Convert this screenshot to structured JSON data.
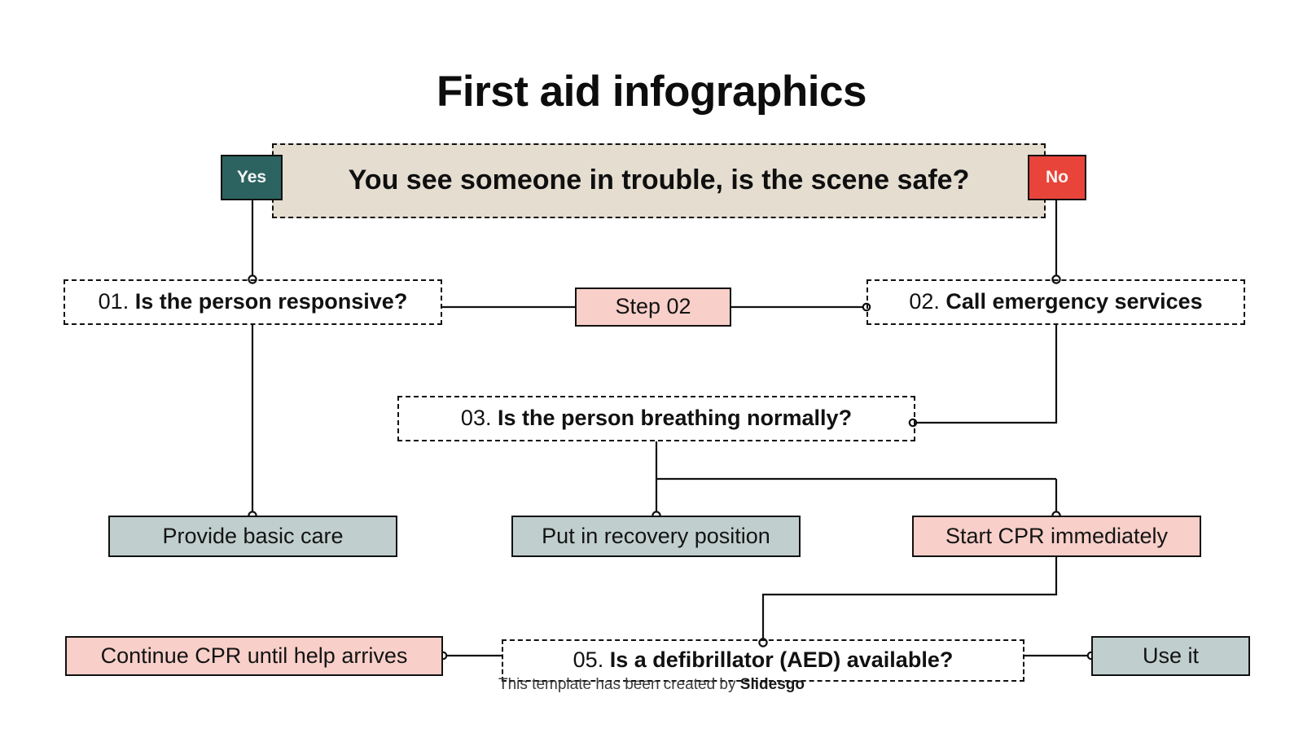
{
  "page": {
    "title": "First aid infographics",
    "footer_prefix": "This template has been created by ",
    "footer_brand": "Slidesgo"
  },
  "palette": {
    "banner_bg": "#e4ddd0",
    "pink": "#f8cfc9",
    "sage": "#c0cfcd",
    "teal": "#2c6360",
    "red": "#e8443a",
    "line": "#111111"
  },
  "flow": {
    "type": "flowchart",
    "root": {
      "label": "You see someone in trouble, is the scene safe?",
      "yes_label": "Yes",
      "no_label": "No"
    },
    "nodes": [
      {
        "id": "n01",
        "number": "01.",
        "text": "Is the person responsive?",
        "style": "dashed-question"
      },
      {
        "id": "step02",
        "text": "Step 02",
        "style": "solid-pink"
      },
      {
        "id": "n02",
        "number": "02.",
        "text": "Call emergency services",
        "style": "dashed-question"
      },
      {
        "id": "n03",
        "number": "03.",
        "text": "Is the person breathing normally?",
        "style": "dashed-question"
      },
      {
        "id": "basic-care",
        "text": "Provide basic care",
        "style": "solid-sage"
      },
      {
        "id": "recovery",
        "text": "Put in recovery position",
        "style": "solid-sage"
      },
      {
        "id": "cpr",
        "text": "Start CPR immediately",
        "style": "solid-pink"
      },
      {
        "id": "continue-cpr",
        "text": "Continue CPR until help arrives",
        "style": "solid-pink"
      },
      {
        "id": "n05",
        "number": "05.",
        "text": "Is a defibrillator (AED) available?",
        "style": "dashed-question"
      },
      {
        "id": "use-it",
        "text": "Use it",
        "style": "solid-sage"
      }
    ],
    "edges": [
      {
        "from": "root.yes",
        "to": "n01"
      },
      {
        "from": "root.no",
        "to": "n02"
      },
      {
        "from": "n01",
        "to": "step02"
      },
      {
        "from": "step02",
        "to": "n02"
      },
      {
        "from": "n02",
        "to": "n03"
      },
      {
        "from": "n01",
        "to": "basic-care"
      },
      {
        "from": "n03",
        "to": "recovery"
      },
      {
        "from": "n03",
        "to": "cpr"
      },
      {
        "from": "cpr",
        "to": "n05"
      },
      {
        "from": "n05",
        "to": "continue-cpr"
      },
      {
        "from": "n05",
        "to": "use-it"
      }
    ]
  }
}
